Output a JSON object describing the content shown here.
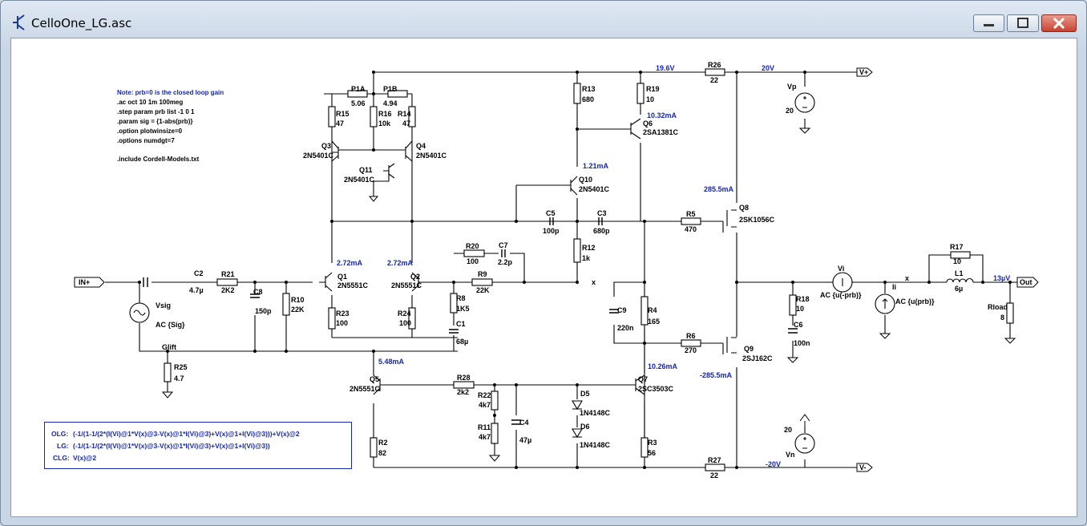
{
  "window": {
    "title": "CelloOne_LG.asc",
    "controls": [
      "minimize",
      "maximize",
      "close"
    ]
  },
  "directives": [
    "Note:  prb=0 is the closed loop gain",
    ".ac oct 10 1m 100meg",
    ".step param prb list -1 0 1",
    ".param sig = {1-abs(prb)}",
    ".option plotwinsize=0",
    ".options numdgt=7",
    "",
    ".include Cordell-Models.txt"
  ],
  "measurements": [
    {
      "name": "OLG:",
      "expr": "(-1/(1-1/(2*(I(Vi)@1*V(x)@3-V(x)@1*I(Vi)@3)+V(x)@1+I(Vi)@3)))+V(x)@2"
    },
    {
      "name": "LG:",
      "expr": "(-1/(1-1/(2*(I(Vi)@1*V(x)@3-V(x)@1*I(Vi)@3)+V(x)@1+I(Vi)@3))"
    },
    {
      "name": "CLG:",
      "expr": "V(x)@2"
    }
  ],
  "ports": {
    "in": "IN+",
    "out": "Out",
    "vpos": "V+",
    "vneg": "V-"
  },
  "components": {
    "P1A": [
      "P1A",
      "5.06"
    ],
    "P1B": [
      "P1B",
      "4.94"
    ],
    "R15": [
      "R15",
      "47"
    ],
    "R16": [
      "R16",
      "10k"
    ],
    "R14": [
      "R14",
      "47"
    ],
    "R13": [
      "R13",
      "680"
    ],
    "R19": [
      "R19",
      "10"
    ],
    "R26": [
      "R26",
      "22"
    ],
    "R27": [
      "R27",
      "22"
    ],
    "Q3": [
      "Q3",
      "2N5401C"
    ],
    "Q4": [
      "Q4",
      "2N5401C"
    ],
    "Q11": [
      "Q11",
      "2N5401C"
    ],
    "Q6": [
      "Q6",
      "2SA1381C"
    ],
    "Q10": [
      "Q10",
      "2N5401C"
    ],
    "Q1": [
      "Q1",
      "2N5551C"
    ],
    "Q2": [
      "Q2",
      "2N5551C"
    ],
    "Q5": [
      "Q5",
      "2N5551C"
    ],
    "Q7": [
      "Q7",
      "2SC3503C"
    ],
    "Q8": [
      "Q8",
      "2SK1056C"
    ],
    "Q9": [
      "Q9",
      "2SJ162C"
    ],
    "C2": [
      "C2",
      "4.7µ"
    ],
    "R21": [
      "R21",
      "2K2"
    ],
    "C8": [
      "C8",
      "150p"
    ],
    "R10": [
      "R10",
      "22K"
    ],
    "R23": [
      "R23",
      "100"
    ],
    "R24": [
      "R24",
      "100"
    ],
    "R20": [
      "R20",
      "100"
    ],
    "C7": [
      "C7",
      "2.2p"
    ],
    "R9": [
      "R9",
      "22K"
    ],
    "R8": [
      "R8",
      "1K5"
    ],
    "C1": [
      "C1",
      "68µ"
    ],
    "C5": [
      "C5",
      "100p"
    ],
    "C3": [
      "C3",
      "680p"
    ],
    "R12": [
      "R12",
      "1k"
    ],
    "R5": [
      "R5",
      "470"
    ],
    "C9": [
      "C9",
      "220n"
    ],
    "R4": [
      "R4",
      "165"
    ],
    "R6": [
      "R6",
      "270"
    ],
    "R25": [
      "R25",
      "4.7"
    ],
    "R28": [
      "R28",
      "2k2"
    ],
    "R22": [
      "R22",
      "4k7"
    ],
    "R11": [
      "R11",
      "4k7"
    ],
    "C4": [
      "C4",
      "47µ"
    ],
    "D5": [
      "D5",
      "1N4148C"
    ],
    "D6": [
      "D6",
      "1N4148C"
    ],
    "R2": [
      "R2",
      "82"
    ],
    "R3": [
      "R3",
      "56"
    ],
    "R18": [
      "R18",
      "10"
    ],
    "C6": [
      "C6",
      "100n"
    ],
    "R17": [
      "R17",
      "10"
    ],
    "L1": [
      "L1",
      "6µ"
    ],
    "Rload": [
      "Rload",
      "8"
    ],
    "Vp": [
      "Vp",
      "20"
    ],
    "Vn": [
      "20",
      "Vn"
    ],
    "Vsig": [
      "Vsig",
      "AC {Sig}"
    ],
    "Vi": [
      "Vi",
      "AC {u(-prb)}"
    ],
    "Ii": [
      "Ii",
      "AC {u(prb)}"
    ]
  },
  "net_labels": {
    "glift": "Glift",
    "x1": "x",
    "x2": "x"
  },
  "annotations": {
    "v196": "19.6V",
    "v20": "20V",
    "vm20": "-20V",
    "v13u": "13µV",
    "i_q6": "10.32mA",
    "i_q10": "1.21mA",
    "i_q8": "285.5mA",
    "i_q9": "-285.5mA",
    "i_q1": "2.72mA",
    "i_q2": "2.72mA",
    "i_q5": "5.48mA",
    "i_q7": "10.26mA"
  },
  "colors": {
    "wire": "#000000",
    "annotation": "#1426b4",
    "canvas": "#ffffff",
    "close_button": "#c8422f"
  }
}
